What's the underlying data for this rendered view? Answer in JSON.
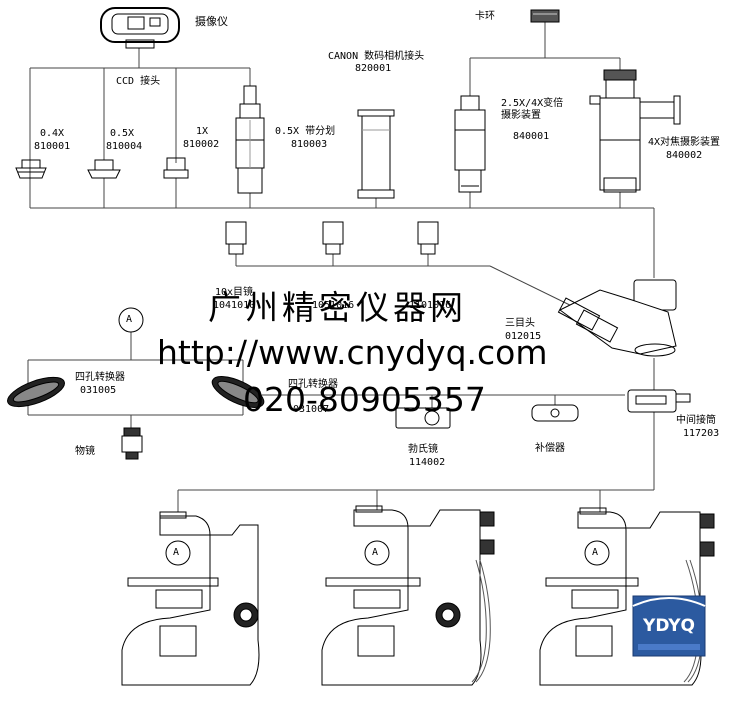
{
  "labels": {
    "camera": "摄像仪",
    "ccd": "CCD 接头",
    "a04x": "0.4X",
    "a04x_code": "810001",
    "a05x": "0.5X",
    "a05x_code": "810004",
    "a1x": "1X",
    "a1x_code": "810002",
    "a05x_split": "0.5X 带分划",
    "a05x_split_code": "810003",
    "canon": "CANON 数码相机接头",
    "canon_code": "820001",
    "ring": "卡环",
    "zoom": "2.5X/4X变倍",
    "zoom2": "摄影装置",
    "zoom_code": "840001",
    "focus": "4X对焦摄影装置",
    "focus_code": "840002",
    "eyepiece1": "10x目镜",
    "eyepiece1_code": "1041010",
    "eyepiece2_code": "1051016",
    "eyepiece3_code": "1101016",
    "trinocular": "三目头",
    "trinocular_code": "012015",
    "nosepiece": "四孔转换器",
    "nosepiece_code": "031005",
    "nosepiece2": "四孔转换器",
    "nosepiece2_code": "031007",
    "objective": "物镜",
    "bertrand": "勃氏镜",
    "bertrand_code": "114002",
    "compensator": "补偿器",
    "middle_tube": "中间接筒",
    "middle_tube_code": "117203",
    "a_marker": "A"
  },
  "watermark": {
    "company": "广州精密仪器网",
    "url": "http://www.cnydyq.com",
    "phone": "020-80905357"
  },
  "badge": {
    "text": "YDYQ",
    "colors": {
      "frame": "#2c5aa0",
      "text": "#ffffff"
    }
  }
}
